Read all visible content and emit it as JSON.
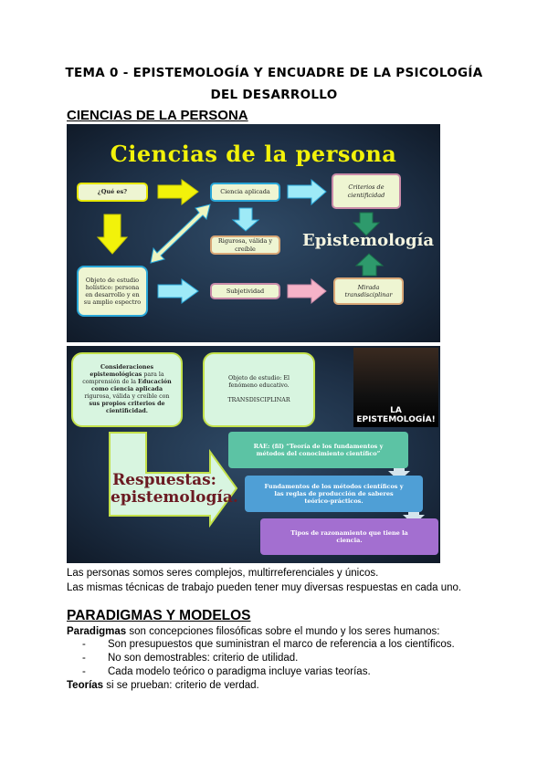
{
  "title": {
    "line1": "TEMA 0 - EPISTEMOLOGÍA Y ENCUADRE DE LA PSICOLOGÍA",
    "line2": "DEL DESARROLLO"
  },
  "section1": {
    "heading": "CIENCIAS DE LA PERSONA"
  },
  "slide1": {
    "title": "Ciencias de la persona",
    "que_es": "¿Qué es?",
    "ciencia": "Ciencia aplicada",
    "criterios": "Criterios de cientificidad",
    "rigurosa": "Rigurosa, válida y creíble",
    "objeto": "Objeto de estudio holístico: persona en desarrollo y en su amplio espectro",
    "subjetividad": "Subjetividad",
    "mirada": "Mirada transdisciplinar",
    "epistemologia": "Epistemología"
  },
  "slide2": {
    "box1": {
      "b1": "Consideraciones epistemológicas",
      "t1": " para la comprensión de la ",
      "b2": "Educación como ciencia aplicada",
      "t2": " rigurosa, válida y creíble con ",
      "b3": "sus propios criterios de cientificidad."
    },
    "box2": {
      "line1": "Objeto de estudio: El fenómeno educativo.",
      "line2": "TRANSDISCIPLINAR"
    },
    "photo_caption": "LA EPISTEMOLOGÍA!",
    "respuestas": "Respuestas: epistemología.",
    "rae": "RAE: (fil) “Teoría de los fundamentos y métodos del conocimiento científico”",
    "fundamentos": "Fundamentos de los métodos científicos y las reglas de producción de saberes teórico-prácticos.",
    "tipos": "Tipos de razonamiento que tiene la ciencia."
  },
  "body1": [
    "Las personas somos seres complejos, multirreferenciales y únicos.",
    "Las mismas técnicas de trabajo pueden tener muy diversas respuestas en cada uno."
  ],
  "section2": {
    "heading": "PARADIGMAS Y MODELOS",
    "paradigmas_bold": "Paradigmas",
    "paradigmas_text": " son concepciones filosóficas sobre el mundo y los seres humanos:",
    "bullets": [
      "Son presupuestos que suministran el marco de referencia a los científicos.",
      "No son demostrables: criterio de utilidad.",
      "Cada modelo teórico o paradigma incluye varias teorías."
    ],
    "teorias_bold": "Teorías",
    "teorias_text": " si se prueban: criterio de verdad."
  }
}
